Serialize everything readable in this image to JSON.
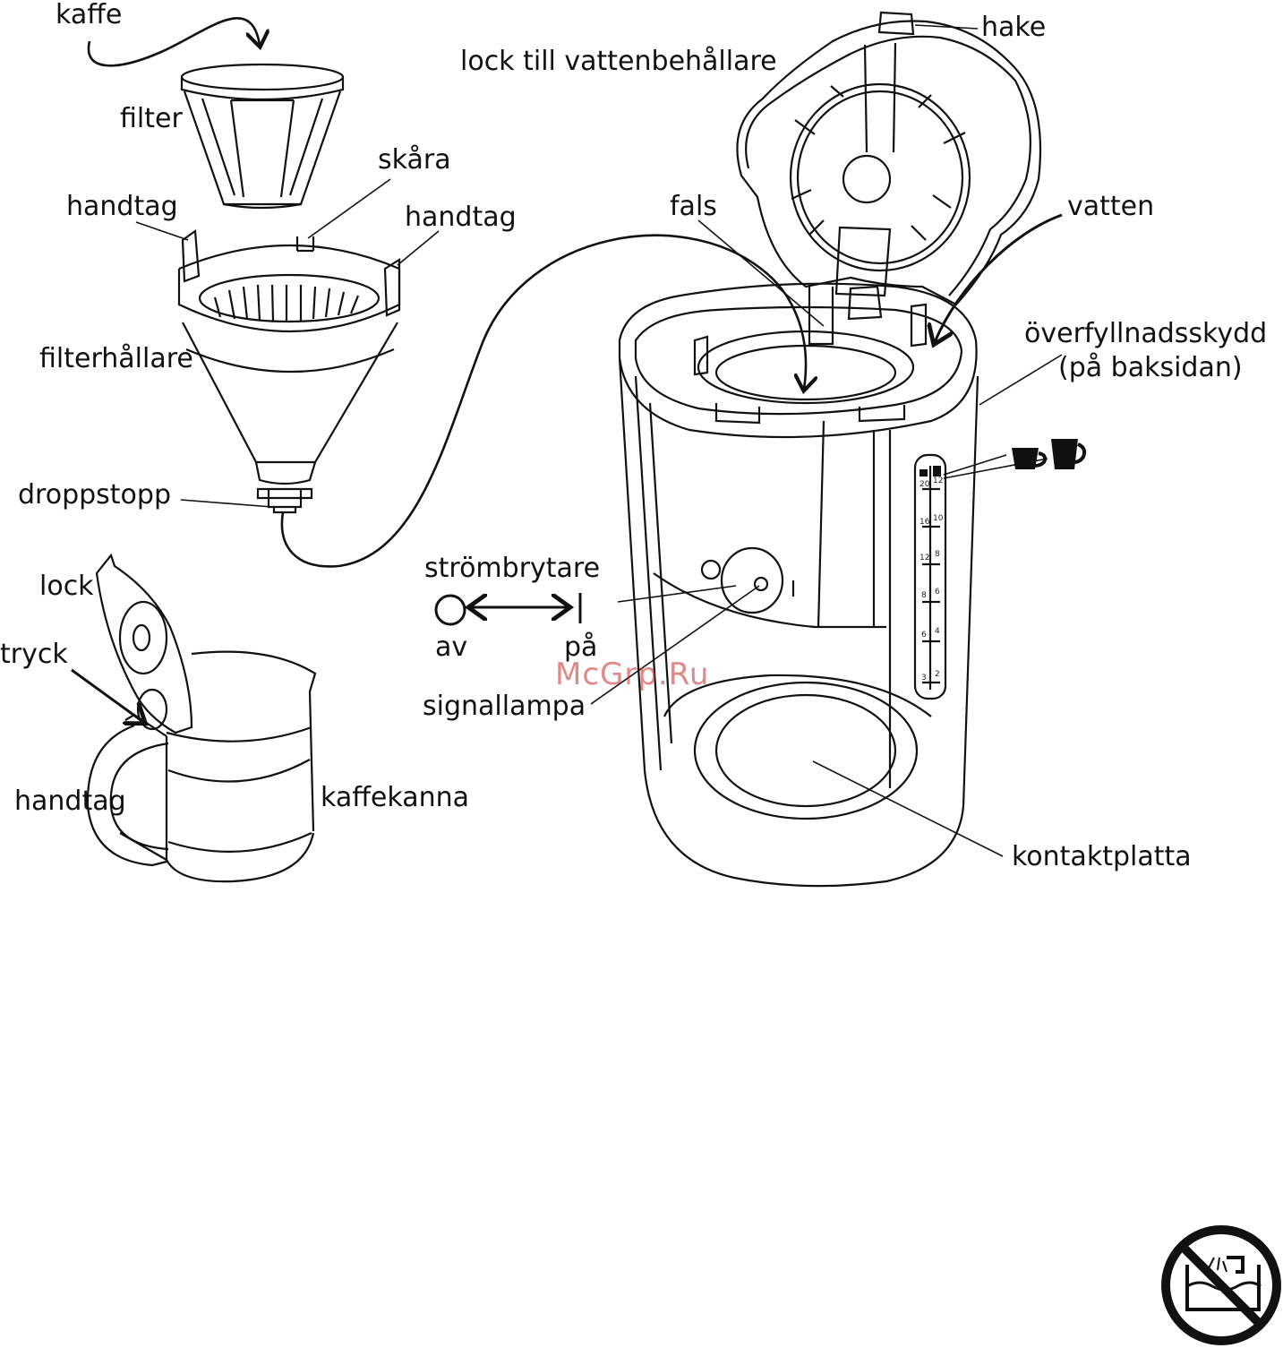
{
  "labels": {
    "kaffe": "kaffe",
    "filter": "filter",
    "skara": "skåra",
    "handtag_left": "handtag",
    "handtag_right": "handtag",
    "filterhallare": "filterhållare",
    "droppstopp": "droppstopp",
    "lock_carafe": "lock",
    "tryck": "tryck",
    "handtag_carafe": "handtag",
    "kaffekanna": "kaffekanna",
    "hake": "hake",
    "lock_tank": "lock till vattenbehållare",
    "fals": "fals",
    "vatten": "vatten",
    "overfyllnad_1": "överfyllnadsskydd",
    "overfyllnad_2": "(på baksidan)",
    "strombrytare": "strömbrytare",
    "av": "av",
    "pa": "på",
    "signallampa": "signallampa",
    "kontaktplatta": "kontaktplatta"
  },
  "scale": {
    "left": [
      "20",
      "16",
      "12",
      "8",
      "6",
      "3"
    ],
    "right": [
      "12",
      "10",
      "8",
      "6",
      "4",
      "2"
    ]
  },
  "watermark": "McGrp.Ru",
  "icons": {
    "cup_small": "small-cup-icon",
    "cup_large": "large-cup-icon",
    "no_immerse": "no-immerse-in-water-icon"
  },
  "colors": {
    "ink": "#111111",
    "watermark": "#c83232"
  }
}
